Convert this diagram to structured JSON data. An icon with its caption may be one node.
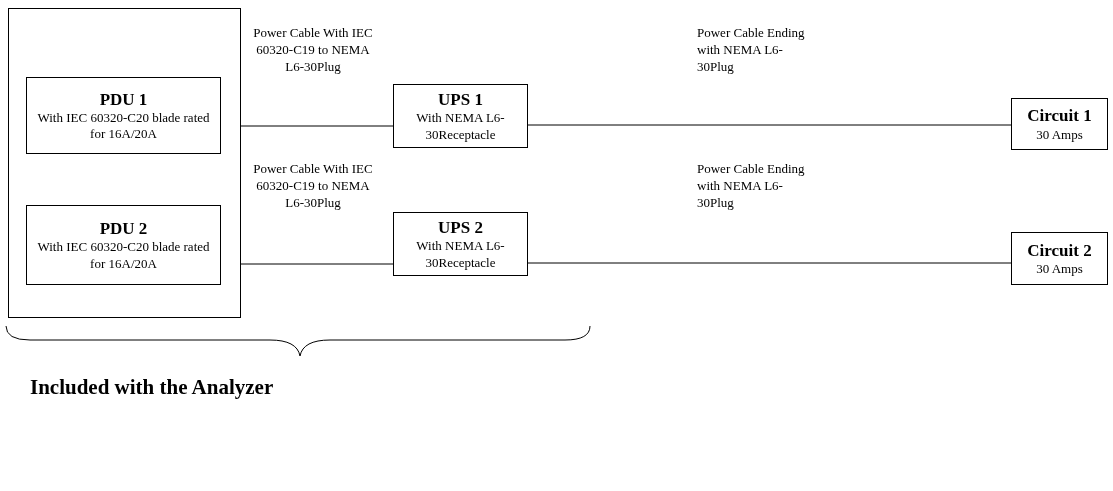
{
  "diagram": {
    "nodes": [
      {
        "text": [],
        "shape": "box"
      },
      {
        "text": [
          "PDU 1",
          "With IEC 60320-C20 blade rated for 16A/20A"
        ],
        "in": 0
      },
      {
        "text": [
          "PDU 2",
          "With IEC 60320-C20 blade rated for 16A/20A"
        ],
        "in": 0
      },
      {
        "text": [
          "UPS 1",
          "With NEMA L6-30Receptacle"
        ]
      },
      {
        "text": [
          "UPS 2",
          "With NEMA L6-30Receptacle"
        ]
      },
      {
        "text": [
          "Circuit 1",
          "30 Amps"
        ]
      },
      {
        "text": [
          "Circuit 2",
          "30 Amps"
        ]
      }
    ],
    "edges": [
      {
        "from": 1,
        "to": 3,
        "arrow": "none",
        "label": "Power Cable With IEC 60320-C19 to NEMA L6-30Plug"
      },
      {
        "from": 3,
        "to": 5,
        "arrow": "none",
        "label": "Power Cable Ending with NEMA L6-30Plug"
      },
      {
        "from": 2,
        "to": 4,
        "arrow": "none",
        "label": "Power Cable With IEC 60320-C19 to NEMA L6-30Plug"
      },
      {
        "from": 4,
        "to": 6,
        "arrow": "none",
        "label": "Power Cable Ending with NEMA L6-30Plug"
      }
    ],
    "labels": [
      "Included with the Analyzer"
    ]
  }
}
